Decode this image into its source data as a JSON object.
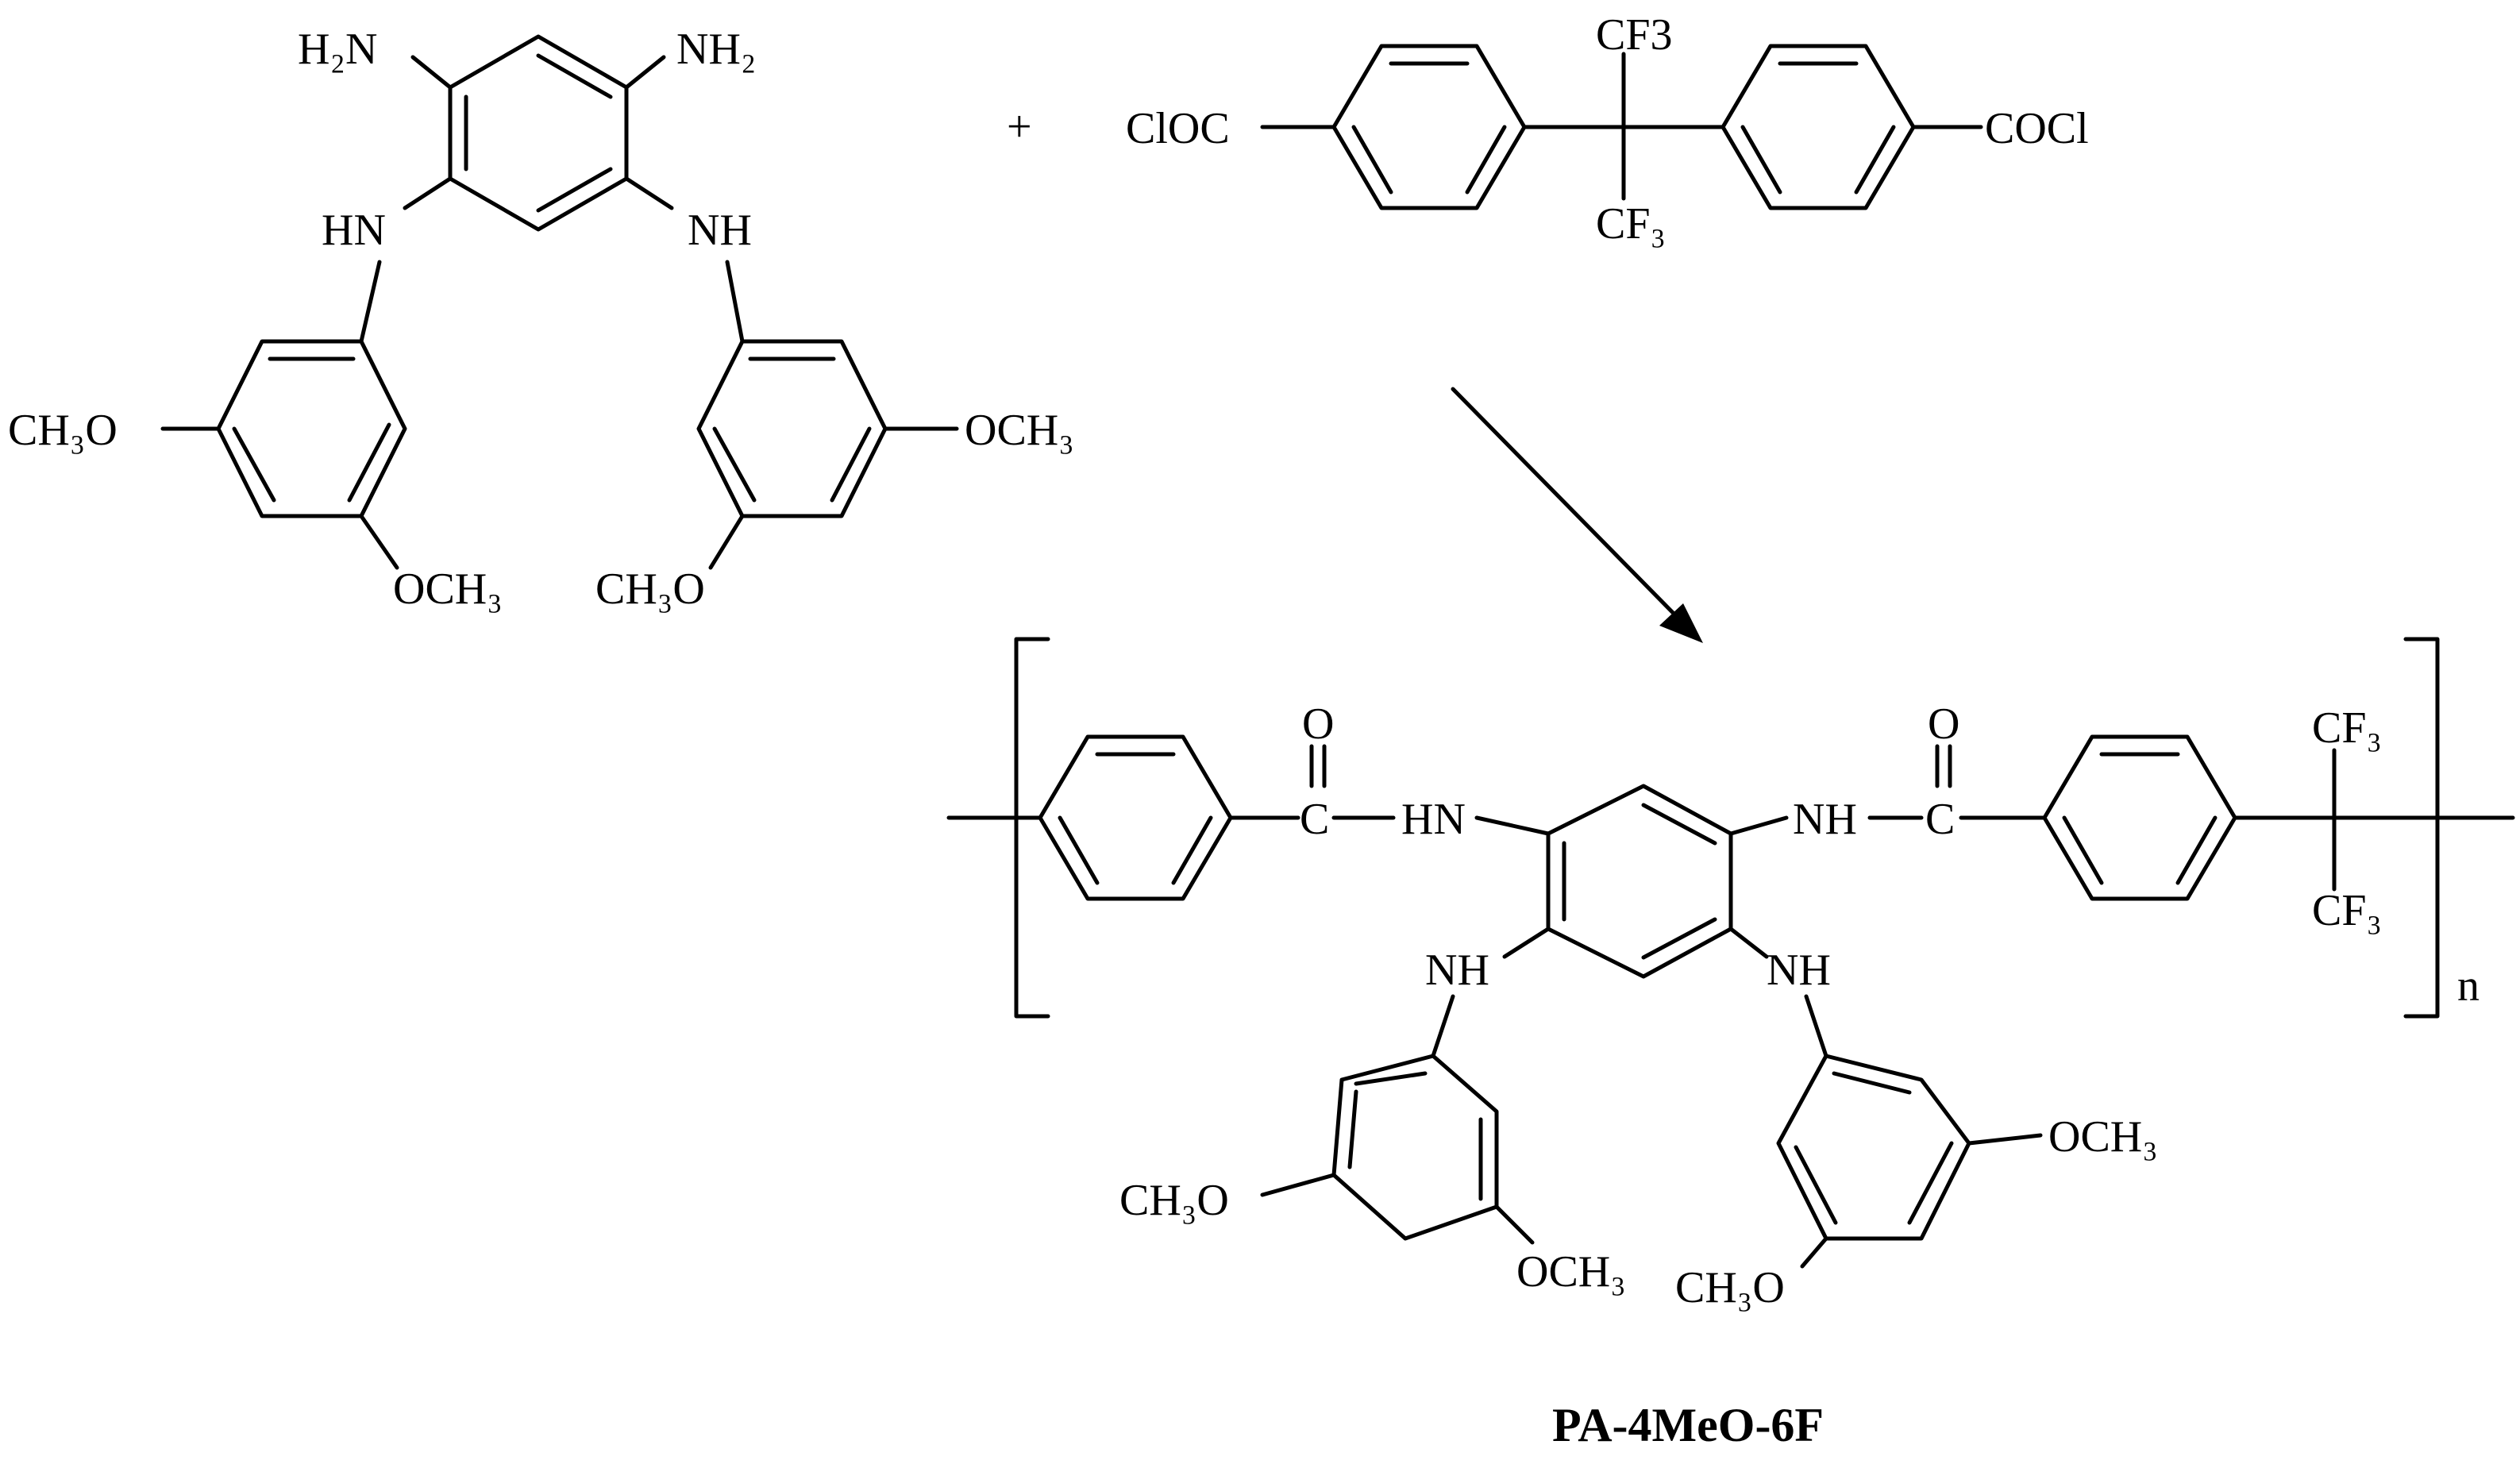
{
  "reactant_diamine": {
    "amine_left": "H₂N",
    "amine_right": "NH₂",
    "imine_left": "HN",
    "imine_right": "NH",
    "methoxy_a1": "CH₃O",
    "methoxy_a2": "OCH₃",
    "methoxy_b1": "OCH₃",
    "methoxy_b2": "CH₃O"
  },
  "plus_sign": "+",
  "reactant_acid_chloride": {
    "acyl_left": "ClOC",
    "acyl_right": "COCl",
    "cf3_top": "CF3",
    "cf3_bottom": "CF₃"
  },
  "product": {
    "oxygen_left": "O",
    "oxygen_right": "O",
    "carbon_left": "C",
    "carbon_right": "C",
    "amide_left": "HN",
    "amide_right": "NH",
    "imine_left": "NH",
    "imine_right": "NH",
    "cf3_top": "CF₃",
    "cf3_bottom": "CF₃",
    "repeat_unit": "n",
    "methoxy_a1": "CH₃O",
    "methoxy_a2": "OCH₃",
    "methoxy_b1": "OCH₃",
    "methoxy_b2": "CH₃O"
  },
  "product_name": "PA-4MeO-6F"
}
